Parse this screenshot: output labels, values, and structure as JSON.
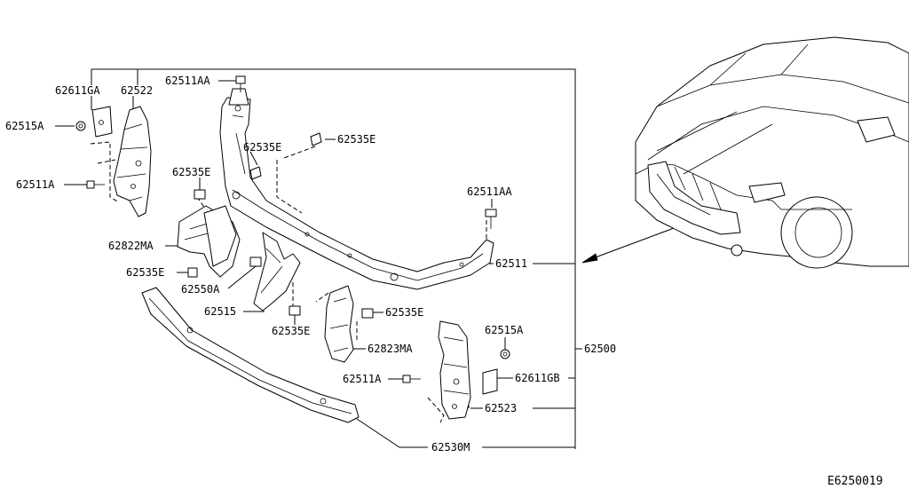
{
  "diagram": {
    "code": "E6250019",
    "labels": {
      "l_62611GA": "62611GA",
      "l_62522": "62522",
      "l_62511AA_top": "62511AA",
      "l_62515A_left": "62515A",
      "l_62535E_a": "62535E",
      "l_62535E_b": "62535E",
      "l_62535E_c": "62535E",
      "l_62511A_left": "62511A",
      "l_62511AA_right": "62511AA",
      "l_62822MA": "62822MA",
      "l_62511": "62511",
      "l_62535E_d": "62535E",
      "l_62550A": "62550A",
      "l_62515": "62515",
      "l_62535E_e": "62535E",
      "l_62535E_f": "62535E",
      "l_62515A_right": "62515A",
      "l_62823MA": "62823MA",
      "l_62500": "62500",
      "l_62511A_bottom": "62511A",
      "l_62611GB": "62611GB",
      "l_62523": "62523",
      "l_62530M": "62530M"
    }
  }
}
